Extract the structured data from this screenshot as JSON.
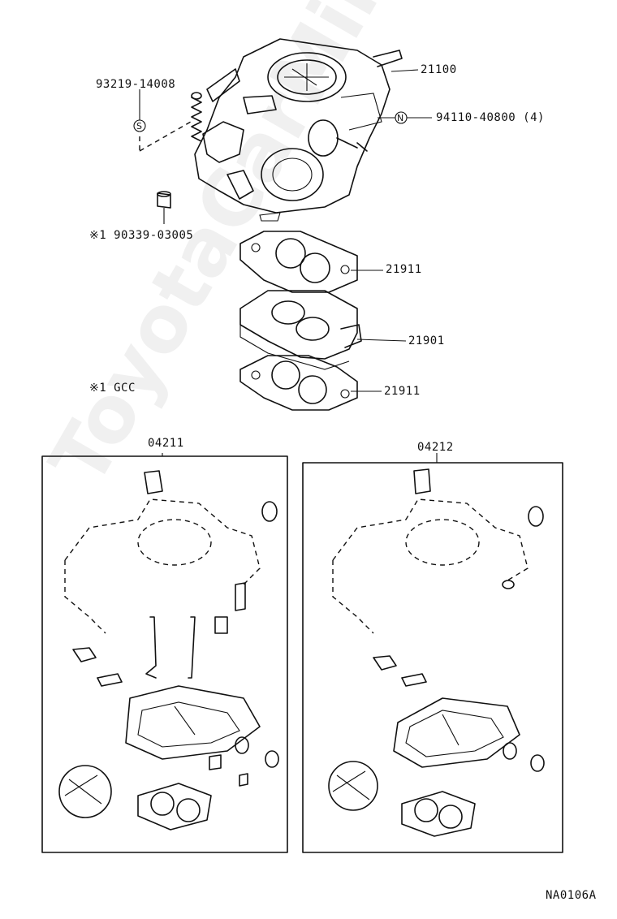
{
  "watermark": "ToyotaCarMine.ru",
  "drawing_code": "NA0106A",
  "note": "※1 GCC",
  "callouts": {
    "carburetor": "21100",
    "spring": "93219-14008",
    "spring_marker": "S",
    "nut": "94110-40800 (4)",
    "nut_marker": "N",
    "pin": "※1 90339-03005",
    "gasket_upper": "21911",
    "insulator": "21901",
    "gasket_lower": "21911"
  },
  "kits": [
    {
      "part_no": "04211"
    },
    {
      "part_no": "04212"
    }
  ]
}
